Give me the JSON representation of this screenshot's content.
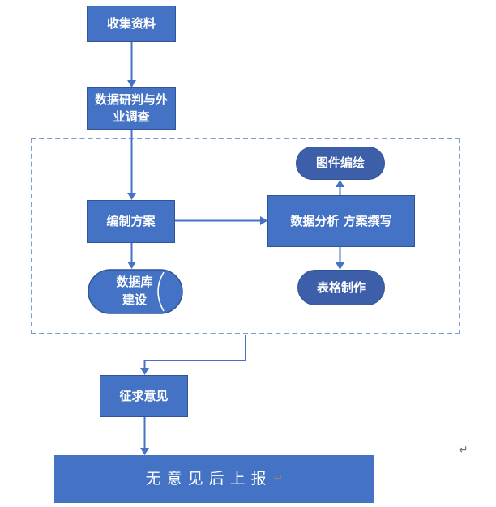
{
  "nodes": {
    "collect": {
      "label": "收集资料"
    },
    "survey": {
      "label": "数据研判与外业调查"
    },
    "plan": {
      "label": "编制方案"
    },
    "database": {
      "label": "数据库建设"
    },
    "analysis": {
      "label": "数据分析 方案撰写"
    },
    "map": {
      "label": "图件编绘"
    },
    "table": {
      "label": "表格制作"
    },
    "consult": {
      "label": "征求意见"
    },
    "report": {
      "label": "无意见后上报"
    }
  },
  "marks": {
    "report_return": "↵",
    "page_return": "↵"
  },
  "theme": {
    "colors": {
      "node-fill": "#4473C5",
      "node-border": "#2F5597",
      "stadium-fill": "#3D5EA9",
      "connector": "#4472C4",
      "group-border": "#7C9DD6",
      "node-text": "#FFFFFF",
      "return-mark": "#8C8574",
      "page-mark": "#707070",
      "canvas-bg": "#FFFFFF"
    }
  }
}
